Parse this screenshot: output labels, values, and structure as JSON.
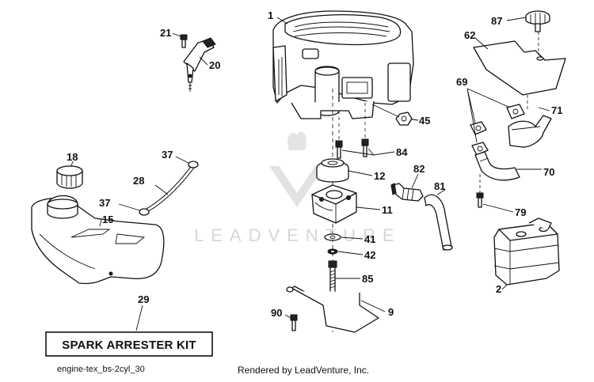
{
  "parts": [
    {
      "id": "p1",
      "label": "1"
    },
    {
      "id": "p2",
      "label": "2"
    },
    {
      "id": "p9",
      "label": "9"
    },
    {
      "id": "p11",
      "label": "11"
    },
    {
      "id": "p12",
      "label": "12"
    },
    {
      "id": "p15",
      "label": "15"
    },
    {
      "id": "p18",
      "label": "18"
    },
    {
      "id": "p20",
      "label": "20"
    },
    {
      "id": "p21",
      "label": "21"
    },
    {
      "id": "p28",
      "label": "28"
    },
    {
      "id": "p29",
      "label": "29"
    },
    {
      "id": "p37a",
      "label": "37"
    },
    {
      "id": "p37b",
      "label": "37"
    },
    {
      "id": "p41",
      "label": "41"
    },
    {
      "id": "p42",
      "label": "42"
    },
    {
      "id": "p45",
      "label": "45"
    },
    {
      "id": "p62",
      "label": "62"
    },
    {
      "id": "p69",
      "label": "69"
    },
    {
      "id": "p70",
      "label": "70"
    },
    {
      "id": "p71",
      "label": "71"
    },
    {
      "id": "p79",
      "label": "79"
    },
    {
      "id": "p81",
      "label": "81"
    },
    {
      "id": "p82",
      "label": "82"
    },
    {
      "id": "p84",
      "label": "84"
    },
    {
      "id": "p85",
      "label": "85"
    },
    {
      "id": "p87",
      "label": "87"
    },
    {
      "id": "p90",
      "label": "90"
    }
  ],
  "kit_label": "SPARK ARRESTER KIT",
  "diagram_id": "engine-tex_bs-2cyl_30",
  "credit": "Rendered by LeadVenture, Inc.",
  "watermark": "LEADVENTURE"
}
